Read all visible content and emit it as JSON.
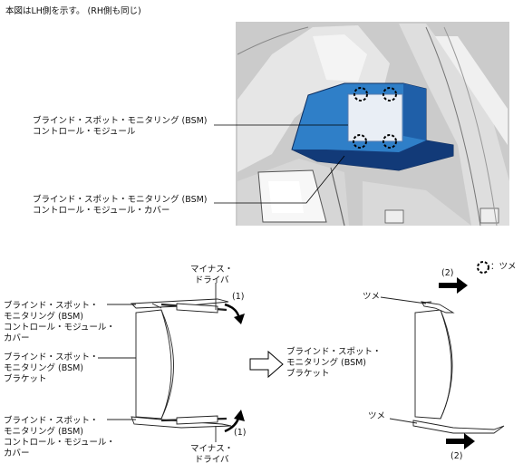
{
  "header": {
    "note": "本図はLH側を示す。 (RH側も同じ)"
  },
  "top_figure": {
    "label_module_1": "ブラインド・スポット・モニタリング (BSM)",
    "label_module_2": "コントロール・モジュール",
    "label_cover_1": "ブラインド・スポット・モニタリング (BSM)",
    "label_cover_2": "コントロール・モジュール・カバー"
  },
  "legend": {
    "claw_label": "：ツメ"
  },
  "bottom_left": {
    "driver_top_1": "マイナス・",
    "driver_top_2": "ドライバ",
    "step_top": "(1)",
    "cover_top_1": "ブラインド・スポット・",
    "cover_top_2": "モニタリング (BSM)",
    "cover_top_3": "コントロール・モジュール・",
    "cover_top_4": "カバー",
    "bracket_1": "ブラインド・スポット・",
    "bracket_2": "モニタリング (BSM)",
    "bracket_3": "ブラケット",
    "cover_bot_1": "ブラインド・スポット・",
    "cover_bot_2": "モニタリング (BSM)",
    "cover_bot_3": "コントロール・モジュール・",
    "cover_bot_4": "カバー",
    "step_bot": "(1)",
    "driver_bot_1": "マイナス・",
    "driver_bot_2": "ドライバ"
  },
  "bottom_right": {
    "bracket_1": "ブラインド・スポット・",
    "bracket_2": "モニタリング (BSM)",
    "bracket_3": "ブラケット",
    "step_top": "(2)",
    "claw_top": "ツメ",
    "claw_bot": "ツメ",
    "step_bot": "(2)"
  },
  "colors": {
    "module_blue": "#2f7fc8",
    "module_dark": "#123a78",
    "photo_gray": "#c9c9c9"
  }
}
